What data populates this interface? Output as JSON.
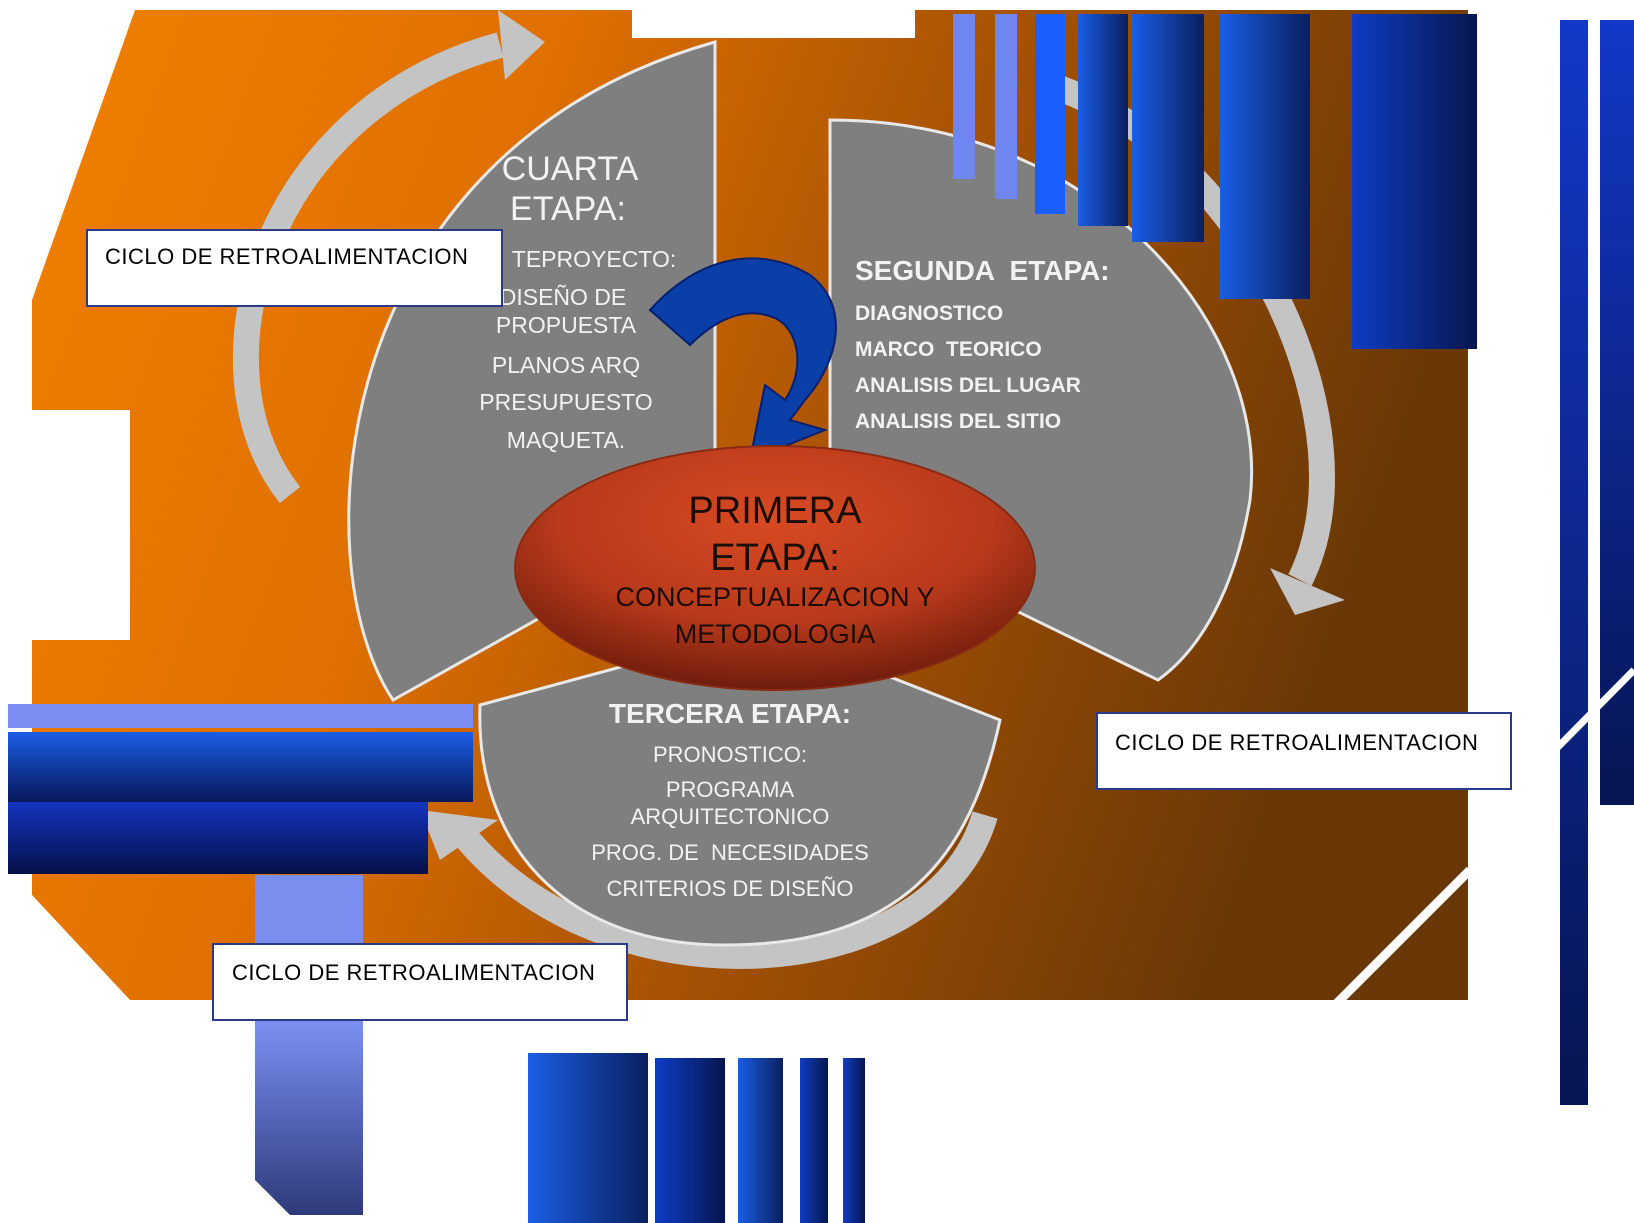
{
  "diagram": {
    "center": {
      "title_line1": "PRIMERA",
      "title_line2": "ETAPA:",
      "sub_line1": "CONCEPTUALIZACION Y",
      "sub_line2": "METODOLOGIA"
    },
    "segunda": {
      "title": "SEGUNDA  ETAPA:",
      "items": [
        "DIAGNOSTICO",
        "MARCO  TEORICO",
        "ANALISIS DEL LUGAR",
        "ANALISIS DEL SITIO"
      ]
    },
    "tercera": {
      "title": "TERCERA ETAPA:",
      "items": [
        "PRONOSTICO:",
        "PROGRAMA",
        "ARQUITECTONICO",
        "PROG. DE  NECESIDADES",
        "CRITERIOS DE DISEÑO"
      ]
    },
    "cuarta": {
      "title_line1": "CUARTA",
      "title_line2": "ETAPA:",
      "items": [
        "TEPROYECTO:",
        "DISEÑO DE",
        "PROPUESTA",
        "PLANOS ARQ",
        "PRESUPUESTO",
        "MAQUETA."
      ]
    },
    "feedback_labels": [
      "CICLO DE RETROALIMENTACION",
      "CICLO DE RETROALIMENTACION",
      "CICLO DE RETROALIMENTACION"
    ]
  },
  "colors": {
    "orange_light": "#f08000",
    "orange_dark": "#6e3a05",
    "segment_gray": "#7f7f7f",
    "center_red": "#c0391b",
    "arrow_gray": "#c0c0c0",
    "blue_light": "#7b8cf2",
    "blue_dark": "#0a1a6e",
    "blue_arrow": "#0a3fa8"
  }
}
